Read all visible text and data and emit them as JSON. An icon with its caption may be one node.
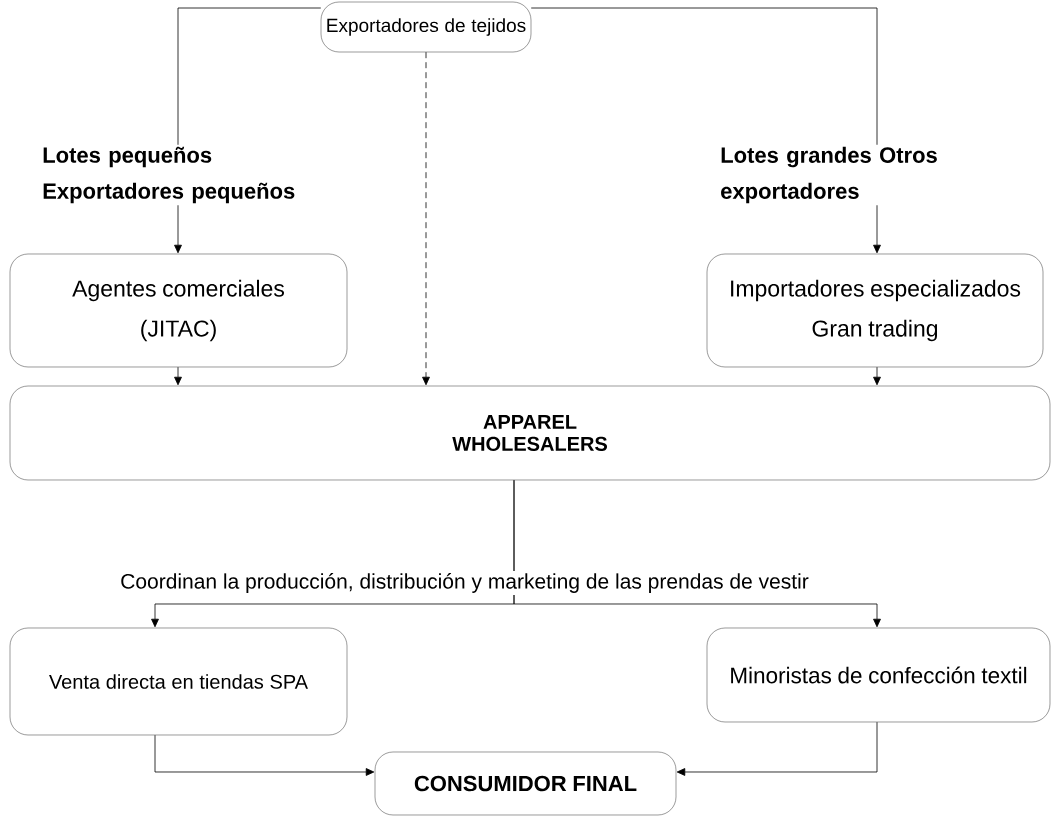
{
  "diagram": {
    "nodes": [
      {
        "text": [
          "Exportadores de tejidos"
        ]
      },
      {
        "text": [
          "Agentes comerciales",
          "(JITAC)"
        ]
      },
      {
        "text": [
          "Importadores especializados",
          "Gran trading"
        ]
      },
      {
        "text": [
          "APPAREL WHOLESALERS"
        ]
      },
      {
        "text": [
          "Venta directa en tiendas SPA"
        ]
      },
      {
        "text": [
          "Minoristas de confección textil"
        ]
      },
      {
        "text": [
          "CONSUMIDOR FINAL"
        ]
      }
    ],
    "edges": [
      {
        "from": 0,
        "to": 1,
        "arrow": "to",
        "label": "Lotes pequeños Exportadores pequeños"
      },
      {
        "from": 0,
        "to": 2,
        "arrow": "to",
        "label": "Lotes grandes Otros exportadores"
      },
      {
        "from": 0,
        "to": 3,
        "arrow": "to",
        "style": "dashed"
      },
      {
        "from": 1,
        "to": 3,
        "arrow": "to"
      },
      {
        "from": 2,
        "to": 3,
        "arrow": "to"
      },
      {
        "from": 3,
        "to": 4,
        "arrow": "to"
      },
      {
        "from": 3,
        "to": 5,
        "arrow": "to"
      },
      {
        "from": 4,
        "to": 6,
        "arrow": "to"
      },
      {
        "from": 5,
        "to": 6,
        "arrow": "to"
      }
    ],
    "labels": [
      "Coordinan la producción, distribución y marketing de las prendas de vestir"
    ]
  }
}
